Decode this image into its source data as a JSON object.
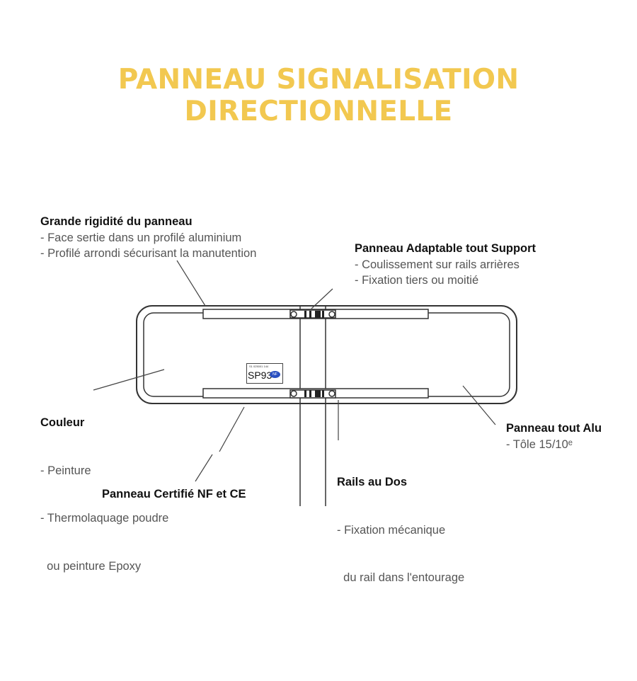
{
  "title": "PANNEAU SIGNALISATION DIRECTIONNELLE",
  "colors": {
    "title": "#f2c850",
    "line": "#333333"
  },
  "labels": {
    "rigidite": {
      "heading": "Grande rigidité du panneau",
      "lines": [
        "- Face sertie dans un profilé aluminium",
        "- Profilé arrondi sécurisant la manutention"
      ]
    },
    "adaptable": {
      "heading": "Panneau Adaptable tout Support",
      "lines": [
        "- Coulissement sur rails arrières",
        "- Fixation tiers ou moitié"
      ]
    },
    "couleur": {
      "heading": "Couleur",
      "lines": [
        "- Peinture",
        "- Thermolaquage poudre",
        "  ou peinture Epoxy"
      ]
    },
    "alu": {
      "heading": "Panneau tout Alu",
      "lines": [
        "- Tôle 15/10ᵉ"
      ]
    },
    "rails": {
      "heading": "Rails au Dos",
      "lines": [
        "- Fixation mécanique",
        "  du rail dans l'entourage"
      ]
    },
    "certifie": {
      "heading": "Panneau Certifié NF et CE"
    }
  },
  "plate": {
    "top": "S1 025001 144",
    "code": "SP93",
    "logo": "NF"
  }
}
